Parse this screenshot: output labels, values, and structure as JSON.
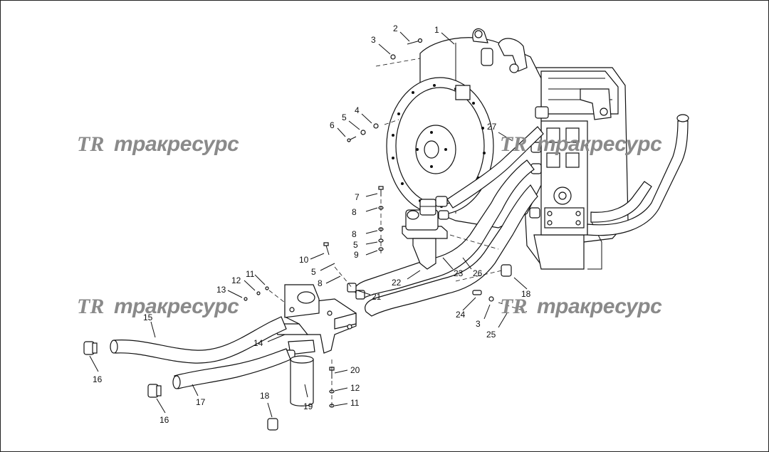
{
  "watermark": {
    "logo_glyph": "TR",
    "text": "тракресурс"
  },
  "callouts": {
    "c1": "1",
    "c2": "2",
    "c3a": "3",
    "c4": "4",
    "c5a": "5",
    "c6": "6",
    "c27": "27",
    "c7": "7",
    "c8a": "8",
    "c8b": "8",
    "c5b": "5",
    "c9": "9",
    "c10": "10",
    "c5c": "5",
    "c8c": "8",
    "c11a": "11",
    "c12a": "12",
    "c13": "13",
    "c21": "21",
    "c22": "22",
    "c23": "23",
    "c26": "26",
    "c18a": "18",
    "c15": "15",
    "c14": "14",
    "c24": "24",
    "c3b": "3",
    "c25": "25",
    "c16a": "16",
    "c17": "17",
    "c16b": "16",
    "c20": "20",
    "c12b": "12",
    "c11b": "11",
    "c18b": "18",
    "c19": "19"
  }
}
